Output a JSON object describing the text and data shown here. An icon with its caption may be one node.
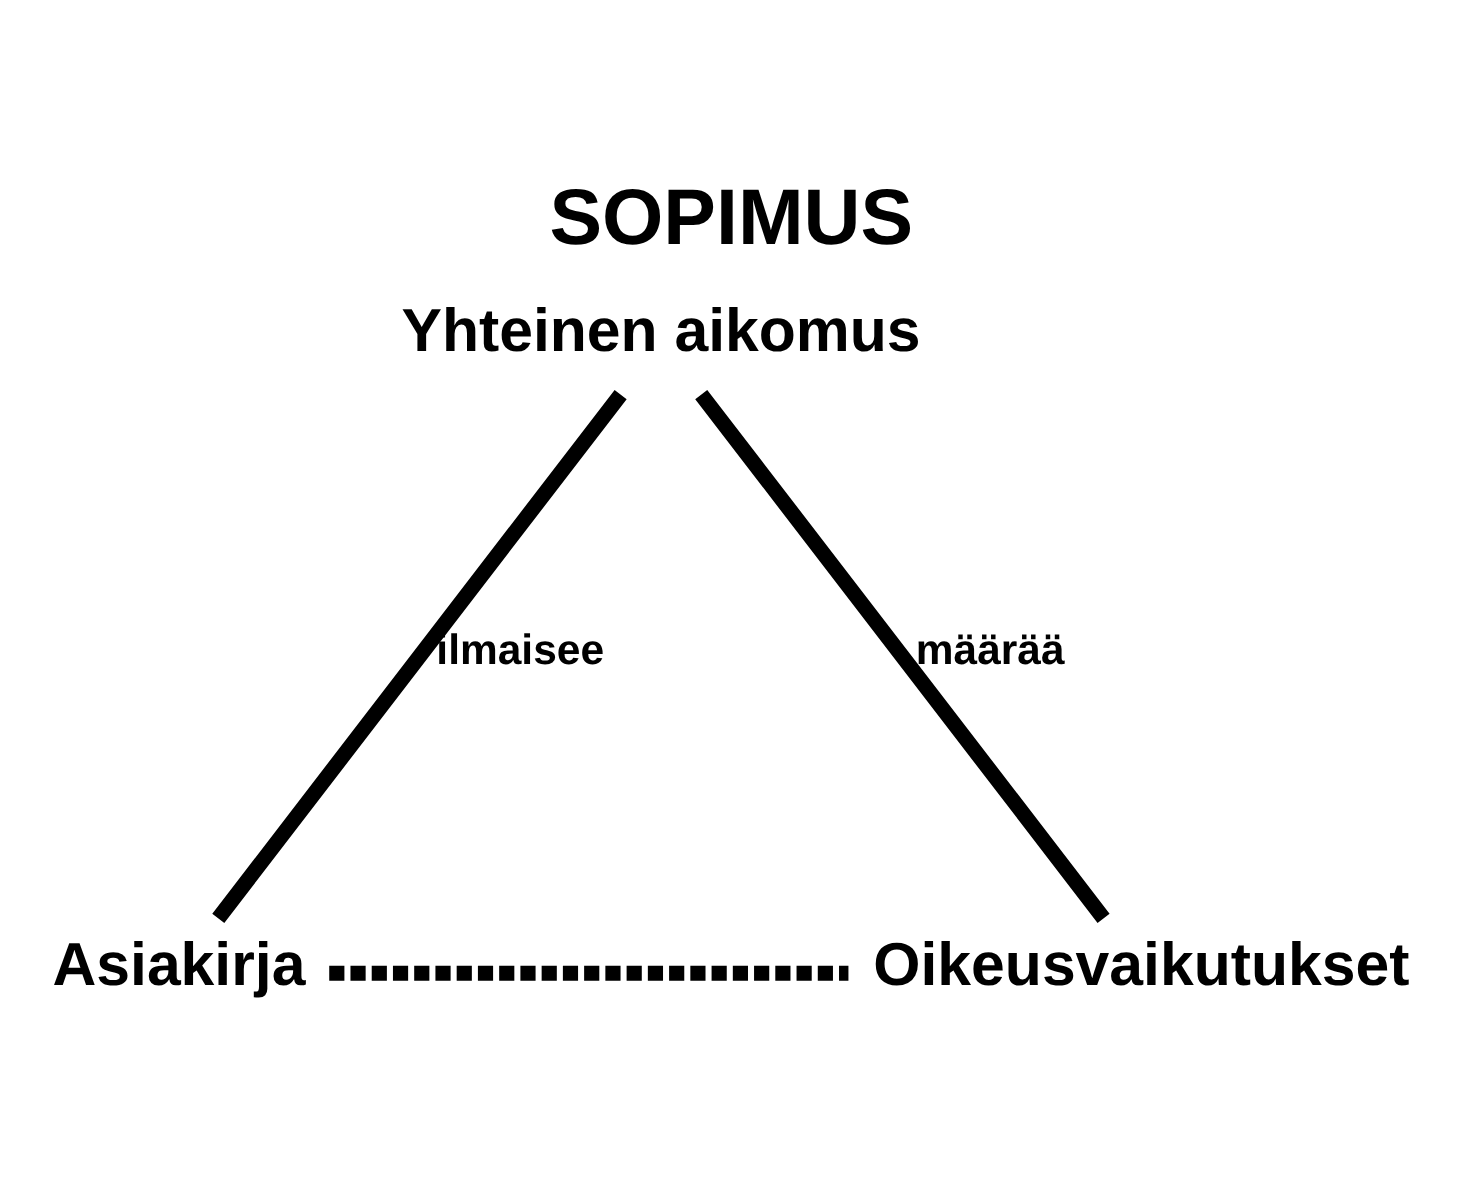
{
  "diagram": {
    "title": "SOPIMUS",
    "nodes": [
      {
        "text": [
          "Yhteinen aikomus"
        ]
      },
      {
        "text": [
          "Asiakirja"
        ]
      },
      {
        "text": [
          "Oikeusvaikutukset"
        ]
      }
    ],
    "edges": [
      {
        "from": 0,
        "to": 1,
        "arrow": "none",
        "label": "ilmaisee"
      },
      {
        "from": 0,
        "to": 2,
        "arrow": "none",
        "label": "määrää"
      },
      {
        "from": 1,
        "to": 2,
        "arrow": "none",
        "style": "dashed"
      }
    ]
  }
}
